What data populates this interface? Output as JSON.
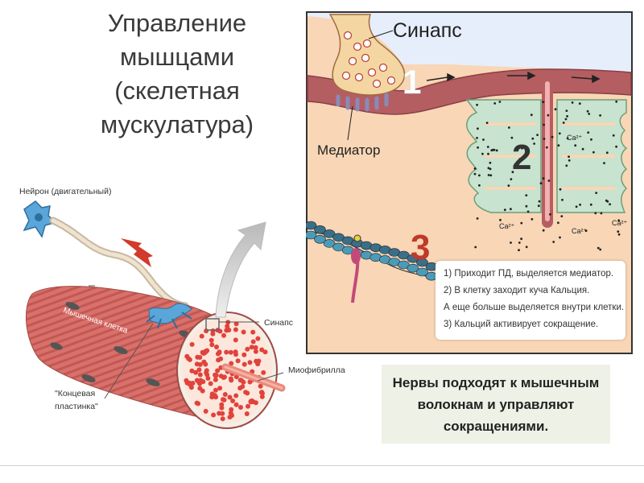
{
  "title": {
    "lines": [
      "Управление",
      "мышцами",
      "(скелетная",
      "мускулатура)"
    ]
  },
  "left_diagram": {
    "labels": {
      "neuron": "Нейрон (двигательный)",
      "muscle_cell": "Мышечная клетка",
      "synapse": "Синапс",
      "myofibril": "Миофибрилла",
      "end_plate_line1": "\"Концевая",
      "end_plate_line2": "пластинка\""
    }
  },
  "right_diagram": {
    "labels": {
      "synapse": "Синапс",
      "mediator": "Медиатор",
      "num1": "1",
      "num2": "2",
      "num3": "3",
      "ca": "Ca²⁺"
    },
    "steps": [
      "1) Приходит ПД, выделяется медиатор.",
      "2) В клетку заходит куча Кальция.",
      "А еще больше выделяется внутри клетки.",
      "3) Кальций активирует сокращение."
    ]
  },
  "caption": {
    "lines": [
      "Нервы подходят к мышечным",
      "волокнам и управляют",
      "сокращениями."
    ]
  },
  "colors": {
    "muscle": "#d9706b",
    "cell_bg": "#f8d6b6",
    "membrane": "#c07878",
    "er": "#c8e3cf",
    "neuron": "#5aa6d8",
    "arrow_red": "#d23a2a"
  }
}
